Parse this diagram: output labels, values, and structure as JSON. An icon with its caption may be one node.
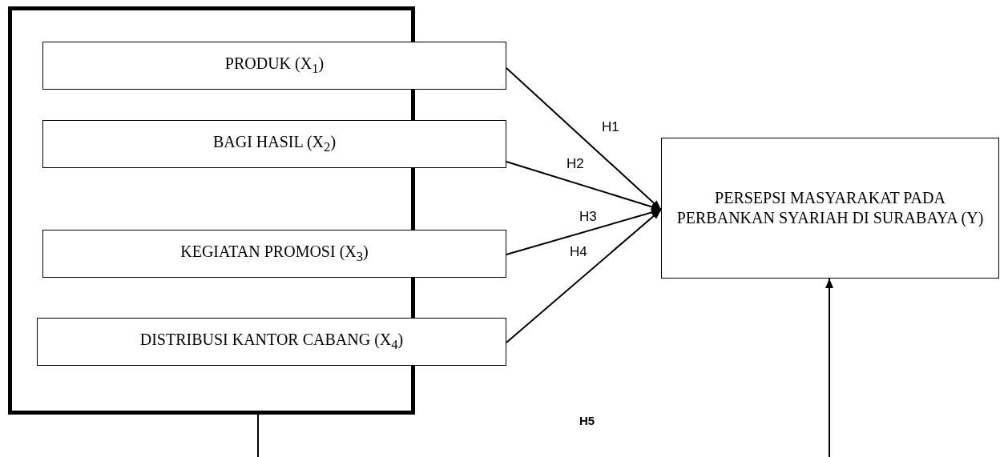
{
  "diagram": {
    "nodes": [
      {
        "text": [],
        "shape": "box"
      },
      {
        "text": [
          "PRODUK (X$_{1}$)"
        ]
      },
      {
        "text": [
          "BAGI HASIL (X$_{2}$)"
        ]
      },
      {
        "text": [
          "KEGIATAN PROMOSI (X$_{3}$)"
        ]
      },
      {
        "text": [
          "DISTRIBUSI KANTOR CABANG (X$_{4}$)"
        ]
      },
      {
        "text": [
          "PERSEPSI MASYARAKAT PADA PERBANKAN SYARIAH DI SURABAYA (Y)"
        ]
      }
    ],
    "edges": [
      {
        "from": 1,
        "to": 5,
        "arrow": "to",
        "label": "H1"
      },
      {
        "from": 2,
        "to": 5,
        "arrow": "to",
        "label": "H2"
      },
      {
        "from": 3,
        "to": 5,
        "arrow": "to",
        "label": "H3"
      },
      {
        "from": 4,
        "to": 5,
        "arrow": "to",
        "label": "H4"
      },
      {
        "from": 0,
        "to": 5,
        "arrow": "to",
        "label": "H5"
      }
    ]
  }
}
